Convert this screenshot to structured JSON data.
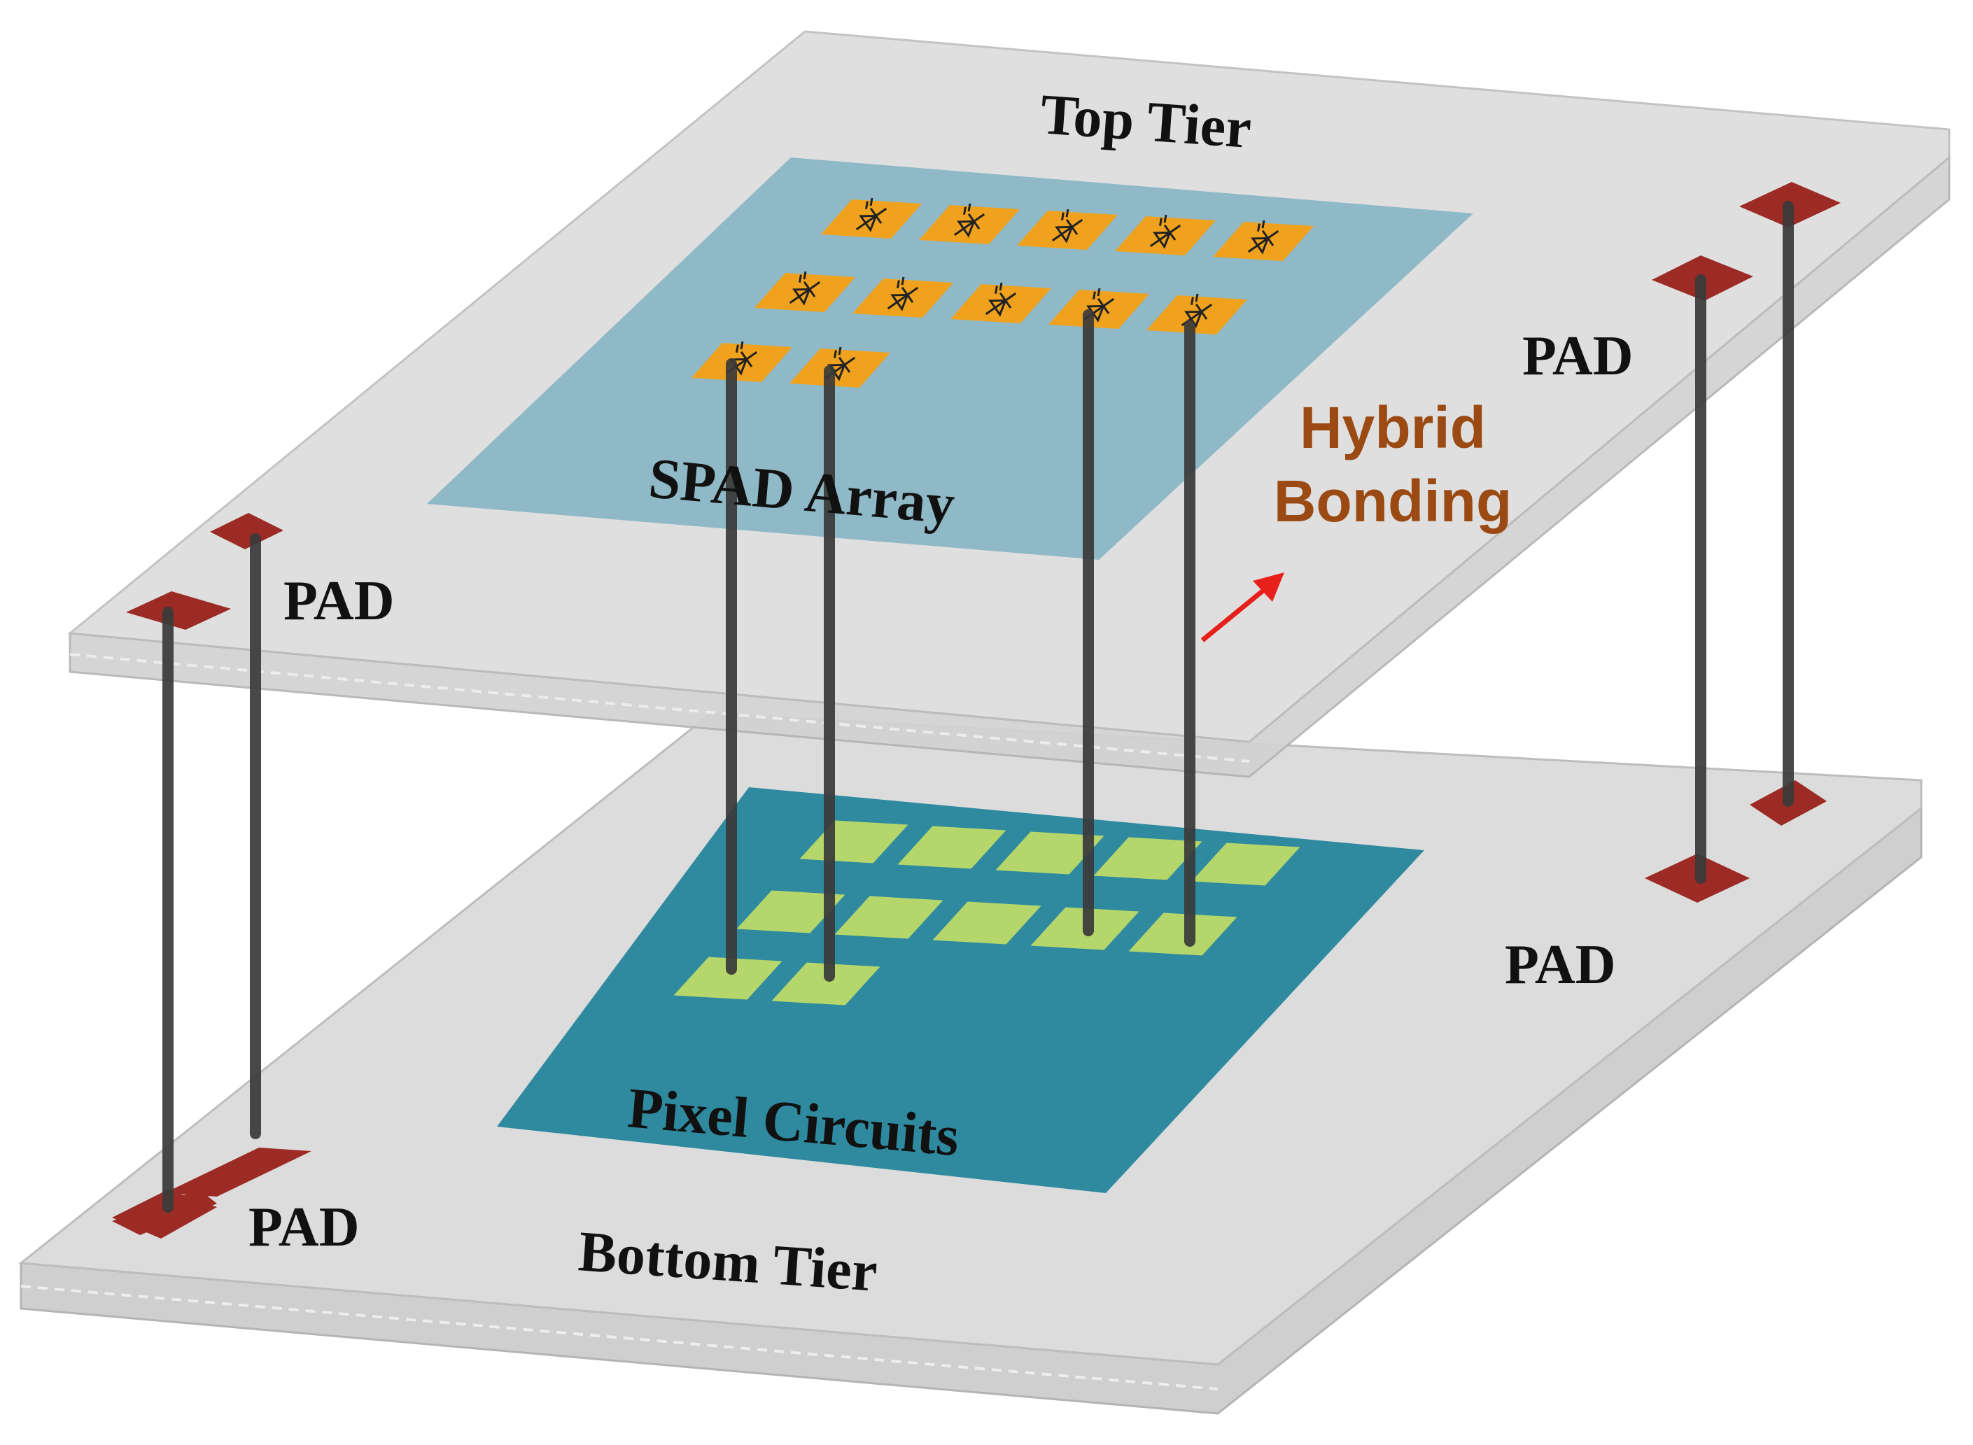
{
  "labels": {
    "top_tier": "Top Tier",
    "bottom_tier": "Bottom Tier",
    "spad_array": "SPAD Array",
    "pixel_circuits": "Pixel Circuits",
    "pad": "PAD",
    "hybrid_line1": "Hybrid",
    "hybrid_line2": "Bonding"
  },
  "colors": {
    "tier_surface": "#dcdcdc",
    "tier_edge": "#c4c4c4",
    "spad_region": "#8fb9c6",
    "spad_cell": "#f0a21e",
    "pixel_region": "#2f8aa0",
    "pixel_cell": "#b5d66a",
    "pad": "#9b2b24",
    "via": "#3a3a3a",
    "hybrid_text": "#9a4a12",
    "arrow": "#e8201c"
  },
  "spad_cells": {
    "rows": [
      5,
      5,
      2
    ]
  },
  "pixel_cells": {
    "rows": [
      5,
      5,
      2
    ]
  },
  "icons": [
    "diode-icon",
    "arrow-icon"
  ]
}
